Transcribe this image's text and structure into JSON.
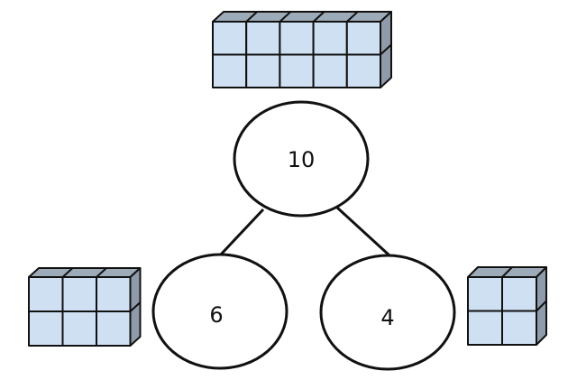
{
  "diagram": {
    "whole": {
      "label": "10",
      "cube_columns": 5,
      "cube_rows": 2
    },
    "parts": [
      {
        "label": "6",
        "cube_columns": 3,
        "cube_rows": 2
      },
      {
        "label": "4",
        "cube_columns": 2,
        "cube_rows": 2
      }
    ]
  },
  "colors": {
    "cube_front": "#cfe0f3",
    "cube_top": "#9daab8",
    "cube_side": "#8f9baa",
    "outline": "#111111",
    "background": "#ffffff"
  }
}
